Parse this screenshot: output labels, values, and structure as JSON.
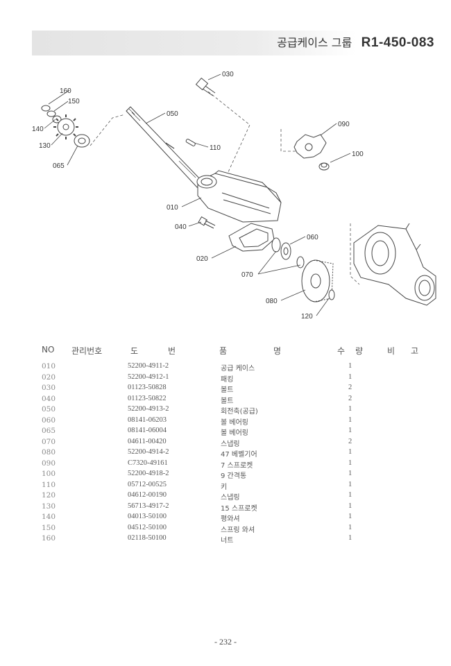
{
  "header": {
    "group_name": "공급케이스 그룹",
    "code": "R1-450-083"
  },
  "callouts": {
    "c010": "010",
    "c020": "020",
    "c030": "030",
    "c040": "040",
    "c050": "050",
    "c060": "060",
    "c065": "065",
    "c070": "070",
    "c080": "080",
    "c090": "090",
    "c100": "100",
    "c110": "110",
    "c120": "120",
    "c130": "130",
    "c140": "140",
    "c150": "150",
    "c160": "160"
  },
  "table": {
    "headers": {
      "no": "NO",
      "mgmt": "관리번호",
      "do": "도",
      "beon": "번",
      "pum": "품",
      "myeong": "명",
      "su": "수",
      "ryang": "량",
      "bi": "비",
      "go": "고"
    },
    "rows": [
      {
        "no": "010",
        "part": "52200-4911-2",
        "name": "공급 케이스",
        "qty": "1"
      },
      {
        "no": "020",
        "part": "52200-4912-1",
        "name": "패킹",
        "qty": "1"
      },
      {
        "no": "030",
        "part": "01123-50828",
        "name": "볼트",
        "qty": "2"
      },
      {
        "no": "040",
        "part": "01123-50822",
        "name": "볼트",
        "qty": "2"
      },
      {
        "no": "050",
        "part": "52200-4913-2",
        "name": "회전축(공급)",
        "qty": "1"
      },
      {
        "no": "060",
        "part": "08141-06203",
        "name": "볼 베어링",
        "qty": "1"
      },
      {
        "no": "065",
        "part": "08141-06004",
        "name": "볼 베어링",
        "qty": "1"
      },
      {
        "no": "070",
        "part": "04611-00420",
        "name": "스냅링",
        "qty": "2"
      },
      {
        "no": "080",
        "part": "52200-4914-2",
        "name": "47 베벨기어",
        "qty": "1"
      },
      {
        "no": "090",
        "part": "C7320-49161",
        "name": "7 스프로켓",
        "qty": "1"
      },
      {
        "no": "100",
        "part": "52200-4918-2",
        "name": "9 간격통",
        "qty": "1"
      },
      {
        "no": "110",
        "part": "05712-00525",
        "name": "키",
        "qty": "1"
      },
      {
        "no": "120",
        "part": "04612-00190",
        "name": "스냅링",
        "qty": "1"
      },
      {
        "no": "130",
        "part": "56713-4917-2",
        "name": "15 스프로켓",
        "qty": "1"
      },
      {
        "no": "140",
        "part": "04013-50100",
        "name": "평와셔",
        "qty": "1"
      },
      {
        "no": "150",
        "part": "04512-50100",
        "name": "스프링 와셔",
        "qty": "1"
      },
      {
        "no": "160",
        "part": "02118-50100",
        "name": "너트",
        "qty": "1"
      }
    ]
  },
  "footer": {
    "page": "- 232 -"
  }
}
